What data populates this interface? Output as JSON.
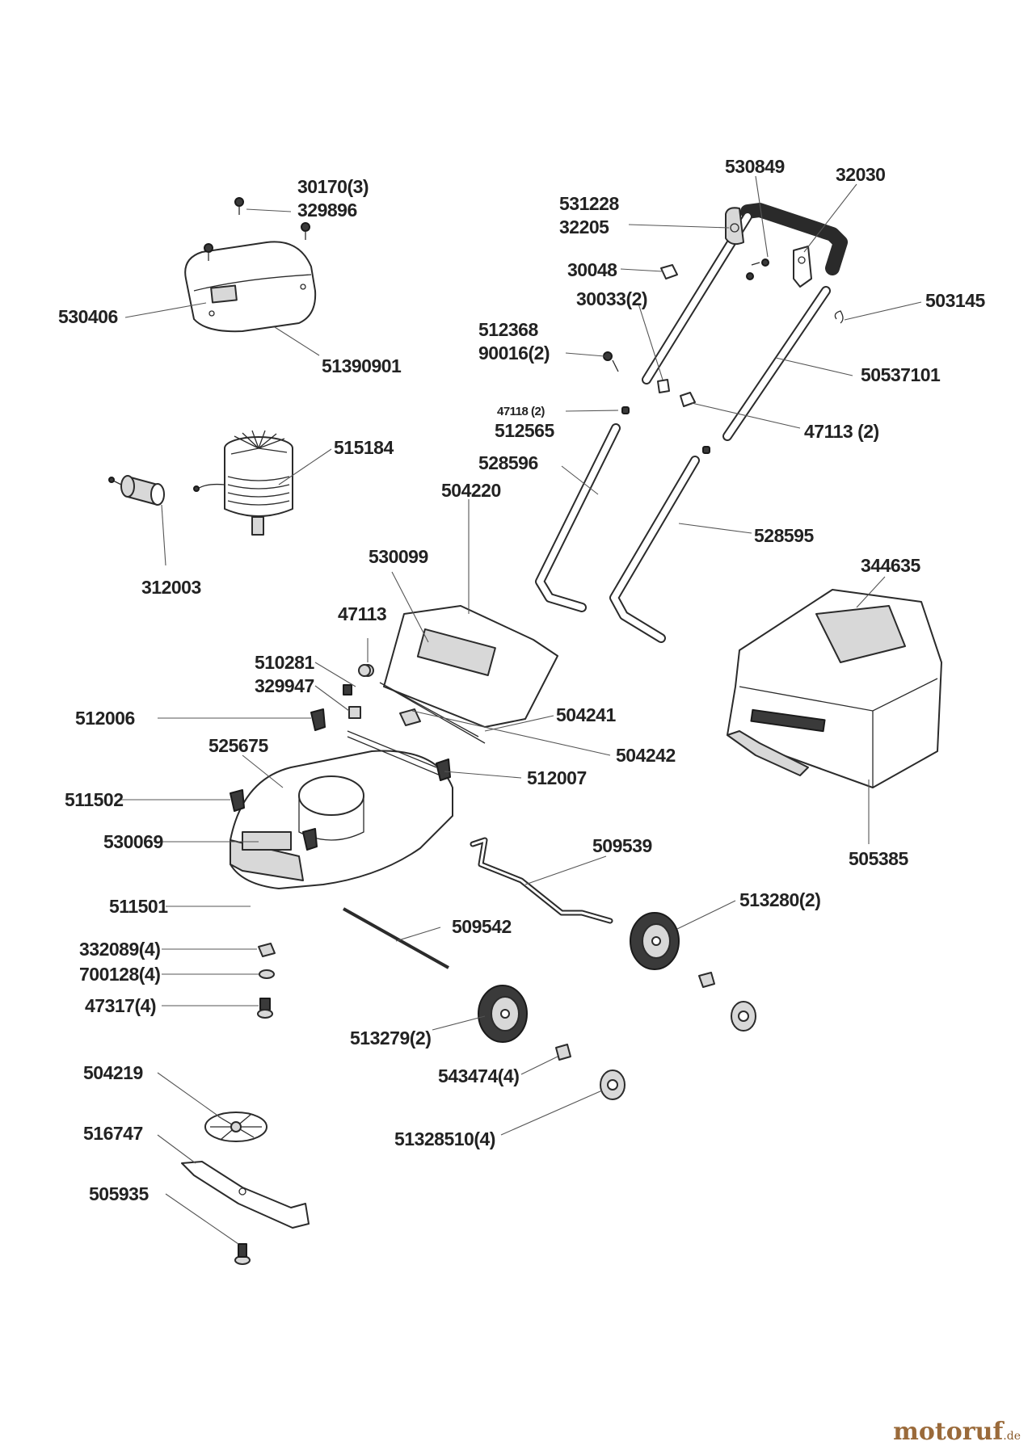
{
  "diagram": {
    "parts": [
      {
        "id": "p01",
        "label": "30170(3)"
      },
      {
        "id": "p02",
        "label": "329896"
      },
      {
        "id": "p03",
        "label": "530406"
      },
      {
        "id": "p04",
        "label": "51390901"
      },
      {
        "id": "p05",
        "label": "515184"
      },
      {
        "id": "p06",
        "label": "312003"
      },
      {
        "id": "p07",
        "label": "530849"
      },
      {
        "id": "p08",
        "label": "32030"
      },
      {
        "id": "p09",
        "label": "531228"
      },
      {
        "id": "p10",
        "label": "32205"
      },
      {
        "id": "p11",
        "label": "30048"
      },
      {
        "id": "p12",
        "label": "30033(2)"
      },
      {
        "id": "p13",
        "label": "503145"
      },
      {
        "id": "p14",
        "label": "512368"
      },
      {
        "id": "p15",
        "label": "90016(2)"
      },
      {
        "id": "p16",
        "label": "50537101"
      },
      {
        "id": "p17",
        "label": "47118 (2)"
      },
      {
        "id": "p18",
        "label": "512565"
      },
      {
        "id": "p19",
        "label": "47113 (2)"
      },
      {
        "id": "p20",
        "label": "528596"
      },
      {
        "id": "p21",
        "label": "504220"
      },
      {
        "id": "p22",
        "label": "528595"
      },
      {
        "id": "p23",
        "label": "530099"
      },
      {
        "id": "p24",
        "label": "344635"
      },
      {
        "id": "p25",
        "label": "47113"
      },
      {
        "id": "p26",
        "label": "510281"
      },
      {
        "id": "p27",
        "label": "329947"
      },
      {
        "id": "p28",
        "label": "512006"
      },
      {
        "id": "p29",
        "label": "504241"
      },
      {
        "id": "p30",
        "label": "525675"
      },
      {
        "id": "p31",
        "label": "504242"
      },
      {
        "id": "p32",
        "label": "511502"
      },
      {
        "id": "p33",
        "label": "512007"
      },
      {
        "id": "p34",
        "label": "530069"
      },
      {
        "id": "p35",
        "label": "505385"
      },
      {
        "id": "p36",
        "label": "509539"
      },
      {
        "id": "p37",
        "label": "511501"
      },
      {
        "id": "p38",
        "label": "513280(2)"
      },
      {
        "id": "p39",
        "label": "509542"
      },
      {
        "id": "p40",
        "label": "332089(4)"
      },
      {
        "id": "p41",
        "label": "700128(4)"
      },
      {
        "id": "p42",
        "label": "47317(4)"
      },
      {
        "id": "p43",
        "label": "513279(2)"
      },
      {
        "id": "p44",
        "label": "504219"
      },
      {
        "id": "p45",
        "label": "543474(4)"
      },
      {
        "id": "p46",
        "label": "516747"
      },
      {
        "id": "p47",
        "label": "51328510(4)"
      },
      {
        "id": "p48",
        "label": "505935"
      }
    ]
  },
  "watermark": {
    "text": "motoruf",
    "suffix": ".de",
    "color": "#9a6a3a"
  }
}
